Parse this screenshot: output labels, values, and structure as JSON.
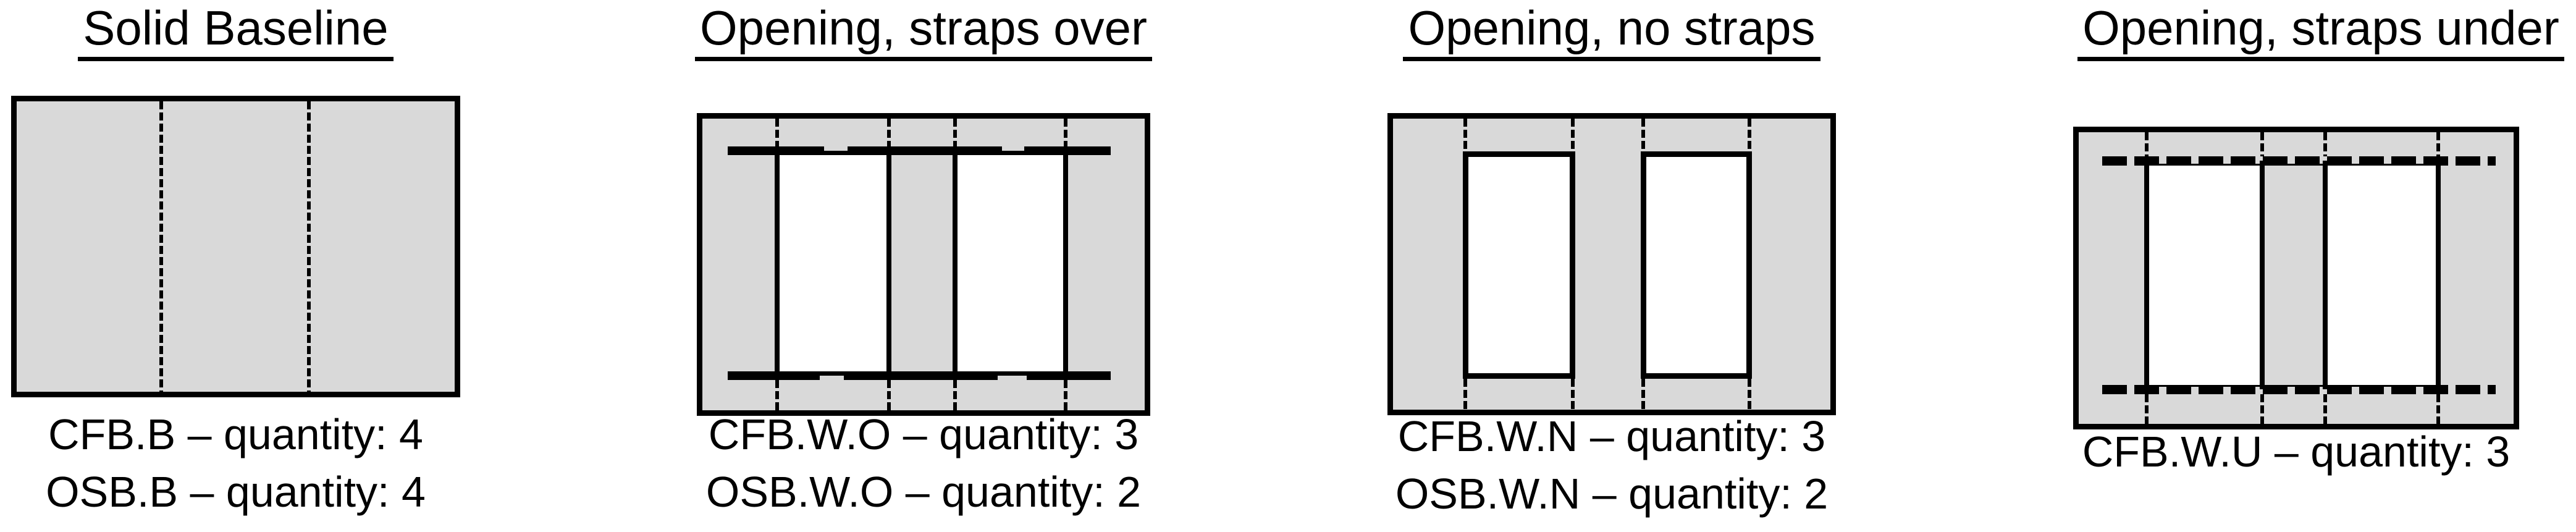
{
  "figure": {
    "panels": [
      {
        "key": "B",
        "title": "Solid Baseline",
        "labels": [
          "CFB.B – quantity: 4",
          "OSB.B – quantity: 4"
        ],
        "quantities": {
          "CFB.B": 4,
          "OSB.B": 4
        }
      },
      {
        "key": "W.O",
        "title": "Opening, straps over",
        "labels": [
          "CFB.W.O – quantity: 3",
          "OSB.W.O – quantity: 2"
        ],
        "quantities": {
          "CFB.W.O": 3,
          "OSB.W.O": 2
        }
      },
      {
        "key": "W.N",
        "title": "Opening, no straps",
        "labels": [
          "CFB.W.N – quantity: 3",
          "OSB.W.N – quantity: 2"
        ],
        "quantities": {
          "CFB.W.N": 3,
          "OSB.W.N": 2
        }
      },
      {
        "key": "W.U",
        "title": "Opening, straps under",
        "labels": [
          "CFB.W.U – quantity: 3"
        ],
        "quantities": {
          "CFB.W.U": 3
        }
      }
    ]
  },
  "colors": {
    "ink": "#000000",
    "panel-fill": "#d9d9d9",
    "page-bg": "#ffffff"
  }
}
